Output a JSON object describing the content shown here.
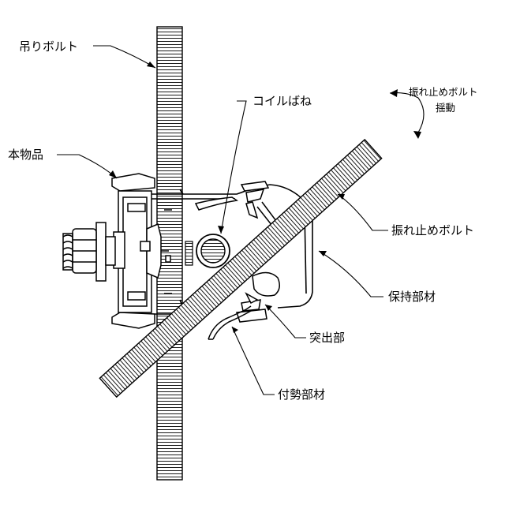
{
  "labels": {
    "hanging_bolt": "吊りボルト",
    "product": "本物品",
    "coil_spring": "コイルばね",
    "sway_bolt_swing_line1": "振れ止めボルト",
    "sway_bolt_swing_line2": "揺動",
    "sway_bolt": "振れ止めボルト",
    "holding_member": "保持部材",
    "protrusion": "突出部",
    "biasing_member": "付勢部材"
  }
}
